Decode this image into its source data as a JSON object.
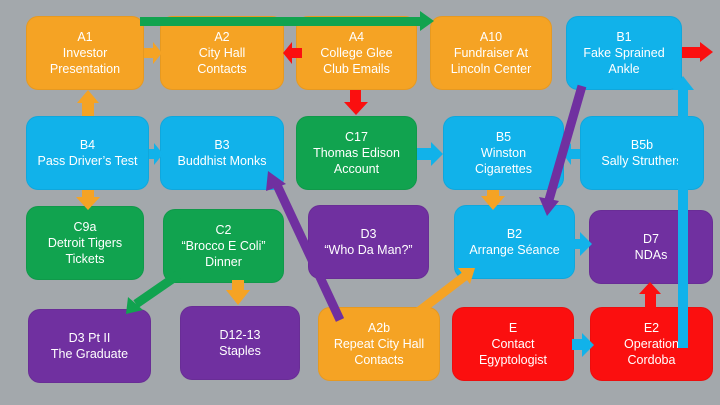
{
  "nodes": [
    {
      "id": "a1",
      "code": "A1",
      "label": "Investor\nPresentation",
      "color": "orange"
    },
    {
      "id": "a2",
      "code": "A2",
      "label": "City Hall\nContacts",
      "color": "orange"
    },
    {
      "id": "a4",
      "code": "A4",
      "label": "College Glee\nClub Emails",
      "color": "orange"
    },
    {
      "id": "a10",
      "code": "A10",
      "label": "Fundraiser At\nLincoln Center",
      "color": "orange"
    },
    {
      "id": "b1",
      "code": "B1",
      "label": "Fake Sprained\nAnkle",
      "color": "blue"
    },
    {
      "id": "b4",
      "code": "B4",
      "label": "Pass Driver’s Test",
      "color": "blue"
    },
    {
      "id": "b3",
      "code": "B3",
      "label": "Buddhist Monks",
      "color": "blue"
    },
    {
      "id": "c17",
      "code": "C17",
      "label": "Thomas Edison\nAccount",
      "color": "green"
    },
    {
      "id": "b5",
      "code": "B5",
      "label": "Winston\nCigarettes",
      "color": "blue"
    },
    {
      "id": "b5b",
      "code": "B5b",
      "label": "Sally Struthers",
      "color": "blue"
    },
    {
      "id": "c9a",
      "code": "C9a",
      "label": "Detroit Tigers\nTickets",
      "color": "green"
    },
    {
      "id": "c2",
      "code": "C2",
      "label": "“Brocco E Coli”\nDinner",
      "color": "green"
    },
    {
      "id": "d3",
      "code": "D3",
      "label": "“Who Da Man?”",
      "color": "purple"
    },
    {
      "id": "b2",
      "code": "B2",
      "label": "Arrange Séance",
      "color": "blue"
    },
    {
      "id": "d7",
      "code": "D7",
      "label": "NDAs",
      "color": "purple"
    },
    {
      "id": "d3pt2",
      "code": "D3 Pt II",
      "label": "The Graduate",
      "color": "purple"
    },
    {
      "id": "d1213",
      "code": "D12-13",
      "label": "Staples",
      "color": "purple"
    },
    {
      "id": "a2b",
      "code": "A2b",
      "label": "Repeat City Hall\nContacts",
      "color": "orange"
    },
    {
      "id": "e",
      "code": "E",
      "label": "Contact\nEgyptologist",
      "color": "red"
    },
    {
      "id": "e2",
      "code": "E2",
      "label": "Operation\nCordoba",
      "color": "red"
    }
  ],
  "colors": {
    "orange": "#f5a324",
    "blue": "#11b2ea",
    "green": "#11a34f",
    "purple": "#7030a0",
    "red": "#fb0f0f"
  }
}
